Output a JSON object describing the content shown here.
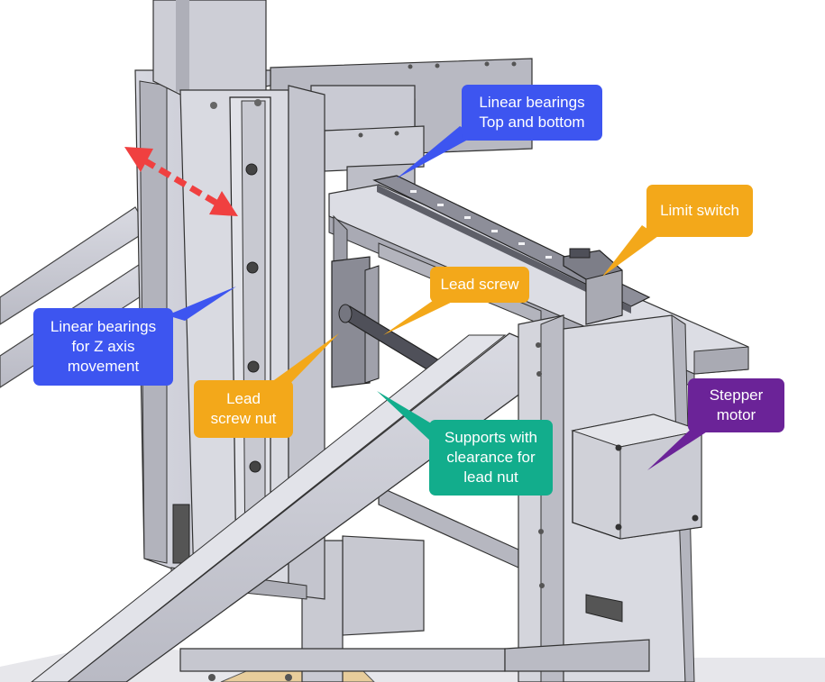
{
  "labels": {
    "linear_bearings_top_bottom": {
      "line1": "Linear bearings",
      "line2": "Top and bottom"
    },
    "limit_switch": "Limit switch",
    "lead_screw": "Lead screw",
    "linear_bearings_z": {
      "line1": "Linear bearings",
      "line2": "for Z axis",
      "line3": "movement"
    },
    "lead_screw_nut": {
      "line1": "Lead",
      "line2": "screw nut"
    },
    "supports": {
      "line1": "Supports with",
      "line2": "clearance for",
      "line3": "lead nut"
    },
    "stepper_motor": {
      "line1": "Stepper",
      "line2": "motor"
    }
  },
  "colors": {
    "blue_callout": "#3d55f0",
    "orange_callout": "#f3a81a",
    "green_callout": "#12ad8c",
    "purple_callout": "#6b2398",
    "motion_arrow": "#f04040"
  },
  "icons": {
    "motion": "double-arrow-icon"
  }
}
